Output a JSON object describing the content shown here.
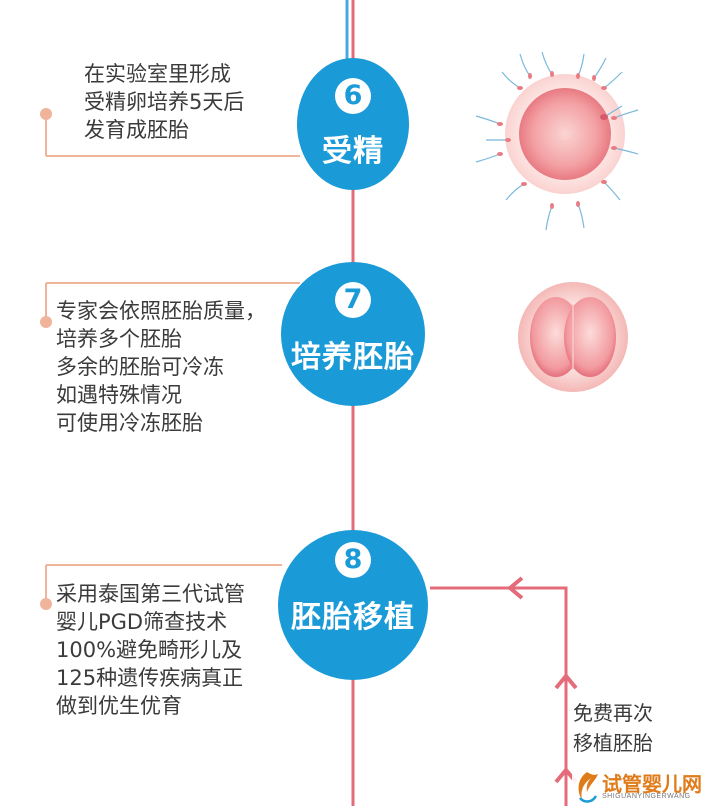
{
  "steps": [
    {
      "number": "6",
      "title": "受精",
      "desc": [
        "在实验室里形成",
        "受精卵培养5天后",
        "发育成胚胎"
      ]
    },
    {
      "number": "7",
      "title": "培养胚胎",
      "desc": [
        "专家会依照胚胎质量，",
        "培养多个胚胎",
        "多余的胚胎可冷冻",
        "如遇特殊情况",
        "可使用冷冻胚胎"
      ]
    },
    {
      "number": "8",
      "title": "胚胎移植",
      "desc": [
        "采用泰国第三代试管",
        "婴儿PGD筛查技术",
        "100%避免畸形儿及",
        "125种遗传疾病真正",
        "做到优生优育"
      ]
    }
  ],
  "retry": [
    "免费再次",
    "移植胚胎"
  ],
  "logo": {
    "name": "试管婴儿网",
    "pinyin": "SHIGUANYINGERWANG"
  },
  "colors": {
    "circle_blue": "#1a9ad7",
    "line_red": "#e46b7a",
    "connector_peach": "#f0b49b",
    "top_blue_line": "#4aa8e0"
  }
}
